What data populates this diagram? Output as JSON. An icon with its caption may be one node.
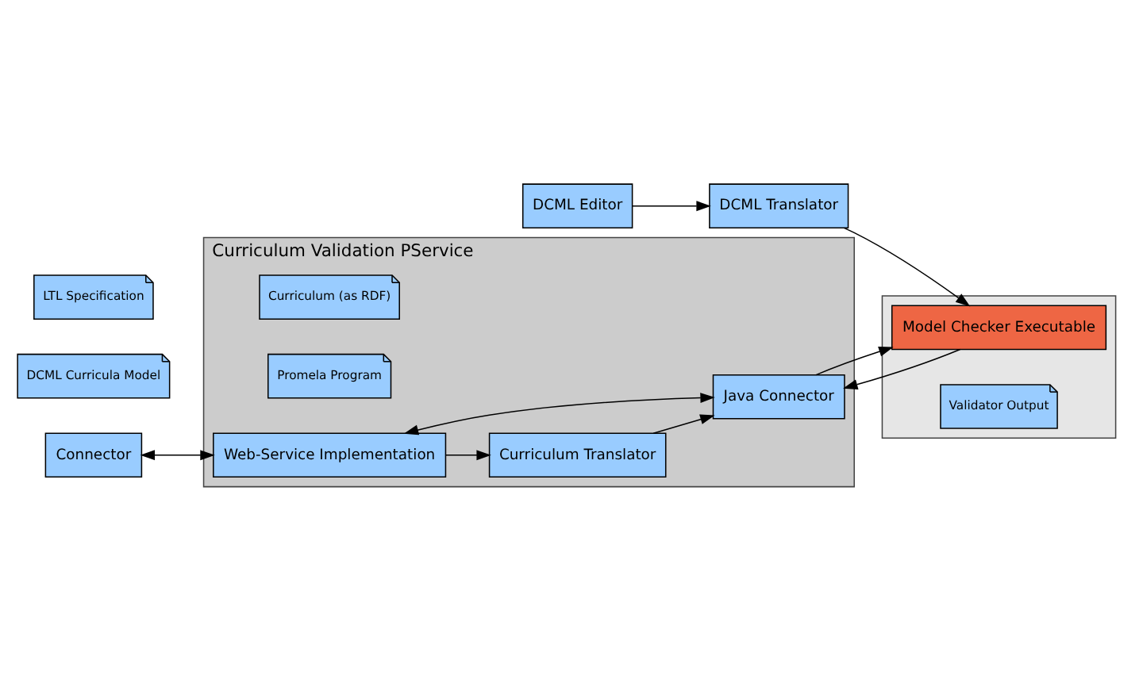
{
  "diagram": {
    "nodes": [
      {
        "text": [
          "DCML Editor"
        ]
      },
      {
        "text": [
          "DCML Curricula Model"
        ]
      },
      {
        "text": [
          "DCML Translator"
        ]
      },
      {
        "text": [
          "LTL Specification"
        ]
      },
      {
        "text": [
          "Curriculum Validation PService"
        ]
      },
      {
        "text": [
          "Curriculum (as RDF)"
        ],
        "in": 4
      },
      {
        "text": [
          "Curriculum Translator"
        ],
        "in": 4
      },
      {
        "text": [
          "Promela Program"
        ],
        "in": 4
      },
      {
        "text": [
          "Web-Service Implementation"
        ],
        "in": 4
      },
      {
        "text": [
          "Java Connector"
        ],
        "in": 4
      },
      {
        "text": [],
        "shape": "box"
      },
      {
        "text": [
          "Model Checker Executable"
        ],
        "in": 10
      },
      {
        "text": [
          "Validator Output"
        ],
        "in": 10
      },
      {
        "text": [
          "Connector"
        ]
      }
    ],
    "edges": [
      {
        "from": 0,
        "to": 2,
        "arrow": "to"
      },
      {
        "from": 2,
        "to": 11,
        "arrow": "to"
      },
      {
        "from": 8,
        "to": 6,
        "arrow": "to"
      },
      {
        "from": 6,
        "to": 9,
        "arrow": "to"
      },
      {
        "from": 9,
        "to": 11,
        "arrow": "to"
      },
      {
        "from": 11,
        "to": 9,
        "arrow": "to"
      },
      {
        "from": 8,
        "to": 9,
        "arrow": "both"
      },
      {
        "from": 13,
        "to": 8,
        "arrow": "both"
      }
    ]
  }
}
